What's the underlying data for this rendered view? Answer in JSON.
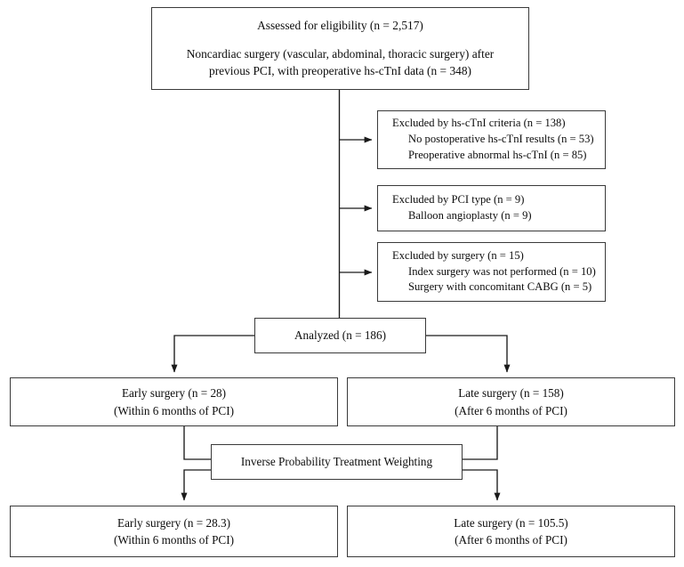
{
  "diagram": {
    "type": "consort-flow-diagram",
    "colors": {
      "box_border": "#3a3a3a",
      "connector": "#1a1a1a",
      "text": "#0d0d0d",
      "background": "#ffffff"
    }
  },
  "nodes": {
    "assessed": {
      "line1": "Assessed for eligibility (n = 2,517)",
      "line2": "Noncardiac surgery (vascular, abdominal, thoracic surgery) after",
      "line3": "previous PCI, with preoperative hs-cTnI data (n = 348)"
    },
    "excluded_hscnti": {
      "line1": "Excluded by hs-cTnI criteria (n = 138)",
      "line2": "No postoperative hs-cTnI results (n = 53)",
      "line3": "Preoperative abnormal hs-cTnI (n = 85)"
    },
    "excluded_pci_type": {
      "line1": "Excluded by PCI type (n = 9)",
      "line2": "Balloon angioplasty (n = 9)"
    },
    "excluded_surgery": {
      "line1": "Excluded by surgery (n = 15)",
      "line2": "Index surgery was not performed (n = 10)",
      "line3": "Surgery with concomitant CABG (n = 5)"
    },
    "analyzed": {
      "line1": "Analyzed (n = 186)"
    },
    "early_surgery": {
      "line1": "Early surgery (n = 28)",
      "line2": "(Within 6 months of PCI)"
    },
    "late_surgery": {
      "line1": "Late surgery (n = 158)",
      "line2": "(After 6 months of PCI)"
    },
    "iptw": {
      "line1": "Inverse Probability Treatment Weighting"
    },
    "early_surgery_weighted": {
      "line1": "Early surgery (n = 28.3)",
      "line2": "(Within 6 months of PCI)"
    },
    "late_surgery_weighted": {
      "line1": "Late surgery (n = 105.5)",
      "line2": "(After 6 months of PCI)"
    }
  },
  "counts": {
    "assessed_for_eligibility": 2517,
    "with_preoperative_hscnti_data": 348,
    "excluded_by_hscnti_criteria": 138,
    "no_postoperative_hscnti_results": 53,
    "preoperative_abnormal_hscnti": 85,
    "excluded_by_pci_type": 9,
    "balloon_angioplasty": 9,
    "excluded_by_surgery": 15,
    "index_surgery_not_performed": 10,
    "surgery_with_concomitant_cabg": 5,
    "analyzed": 186,
    "early_surgery": 28,
    "late_surgery": 158,
    "early_surgery_weighted": 28.3,
    "late_surgery_weighted": 105.5
  }
}
